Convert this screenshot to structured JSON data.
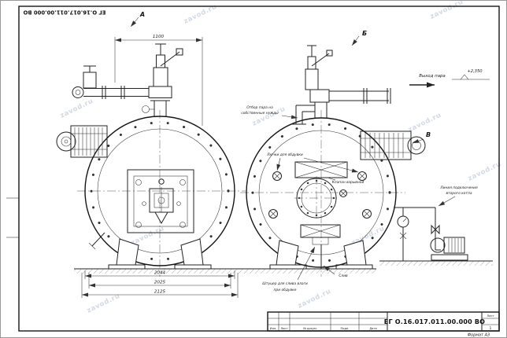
{
  "sheet": {
    "corner_number": "ЕГ О.16.017.011.00.000 ВО",
    "format_note": "Формат А3"
  },
  "title_block": {
    "doc_number": "ЕГ О.16.017.011.00.000 ВО",
    "col_izm": "Изм.",
    "col_list": "Лист",
    "col_doc": "№ докум.",
    "col_sign": "Подп.",
    "col_date": "Дата",
    "sheet_label": "Лист",
    "sheet_value": "1"
  },
  "view_markers": {
    "a": "А",
    "b": "Б",
    "v": "В"
  },
  "annotations": {
    "steam_outlet": "Выход пара",
    "elevation": "+2,350",
    "steam_tap_line1": "Отбор пара на",
    "steam_tap_line2": "собственные нужды",
    "blow_hatches": "Лючки для обдувки",
    "explosion_valve": "Клапан взрывной",
    "second_boiler_line1": "Линия подключения",
    "second_boiler_line2": "второго котла",
    "drain": "Слив",
    "drain_fitting_line1": "Штуцер для слива влаги",
    "drain_fitting_line2": "при обдувке"
  },
  "dimensions": {
    "top_span": "1100",
    "shell_width": "2044",
    "support_width": "2025",
    "overall_width": "2125"
  },
  "watermark": "zavod.ru"
}
